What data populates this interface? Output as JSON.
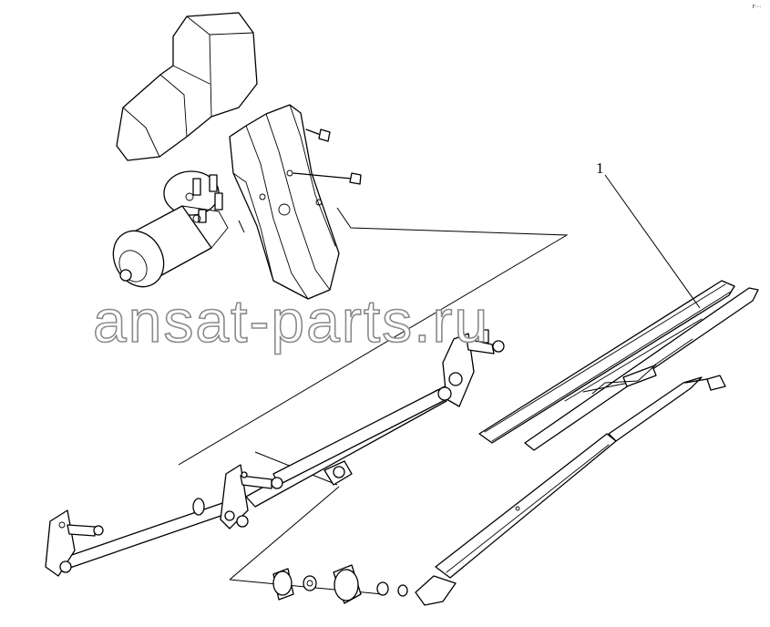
{
  "diagram": {
    "callouts": [
      {
        "label": "1"
      }
    ],
    "watermark": "ansat-parts.ru",
    "corner_mark": "r···"
  }
}
